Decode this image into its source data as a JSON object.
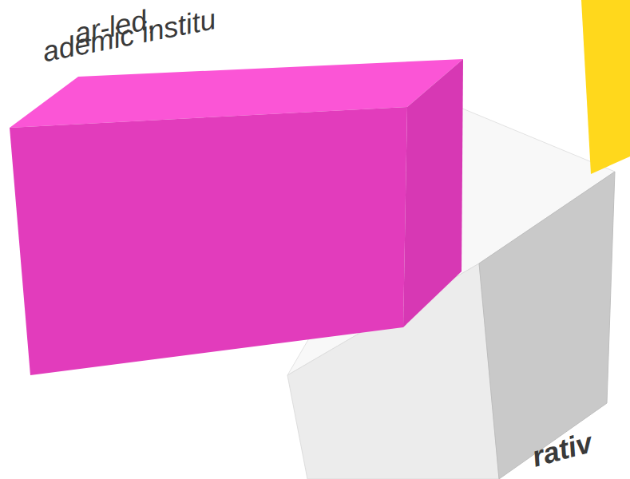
{
  "diagram": {
    "labels": [
      "ar-led,",
      "ademic institu",
      "rativ"
    ]
  }
}
